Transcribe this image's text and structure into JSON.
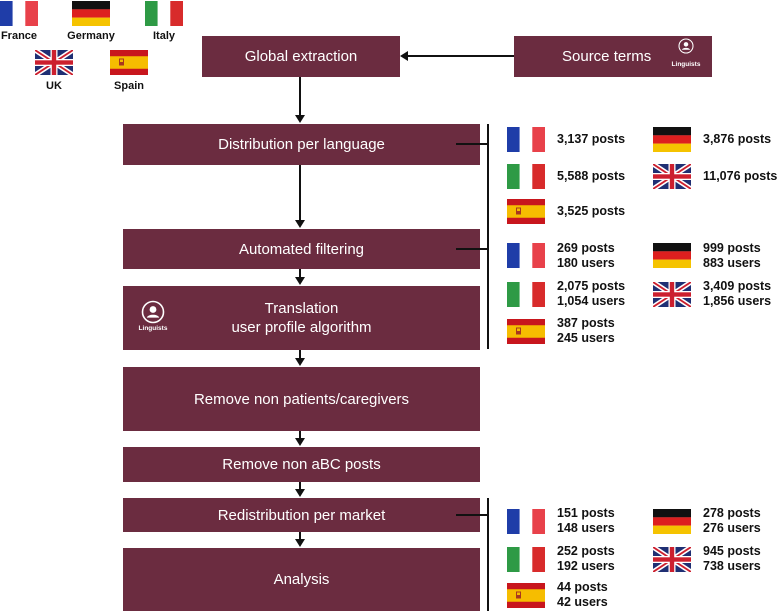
{
  "legend": {
    "france": "France",
    "germany": "Germany",
    "italy": "Italy",
    "uk": "UK",
    "spain": "Spain"
  },
  "boxes": {
    "global_extraction": "Global extraction",
    "source_terms": "Source terms",
    "distribution": "Distribution per language",
    "filtering": "Automated filtering",
    "translation_line1": "Translation",
    "translation_line2": "user profile algorithm",
    "remove_non_patients": "Remove non patients/caregivers",
    "remove_non_abc": "Remove non aBC posts",
    "redistribution": "Redistribution per market",
    "analysis": "Analysis"
  },
  "icon_label": "Linguists",
  "distribution_stats": {
    "france": "3,137 posts",
    "germany": "3,876 posts",
    "italy": "5,588 posts",
    "uk": "11,076 posts",
    "spain": "3,525 posts"
  },
  "filtering_stats": {
    "france": [
      "269 posts",
      "180 users"
    ],
    "germany": [
      "999 posts",
      "883 users"
    ],
    "italy": [
      "2,075 posts",
      "1,054 users"
    ],
    "uk": [
      "3,409 posts",
      "1,856 users"
    ],
    "spain": [
      "387 posts",
      "245 users"
    ]
  },
  "market_stats": {
    "france": [
      "151 posts",
      "148 users"
    ],
    "germany": [
      "278 posts",
      "276 users"
    ],
    "italy": [
      "252 posts",
      "192 users"
    ],
    "uk": [
      "945 posts",
      "738 users"
    ],
    "spain": [
      "44 posts",
      "42 users"
    ]
  },
  "colors": {
    "box": "#6b2c40",
    "france_blue": "#1f3da8",
    "france_red": "#e8414a",
    "germany_black": "#111111",
    "germany_red": "#dd1f1f",
    "germany_gold": "#f5c300",
    "italy_green": "#2e9a45",
    "italy_red": "#d82b2b",
    "uk_blue": "#1f2f73",
    "uk_red": "#cc1f2e",
    "spain_red": "#c8161d",
    "spain_yellow": "#f6bd00"
  }
}
